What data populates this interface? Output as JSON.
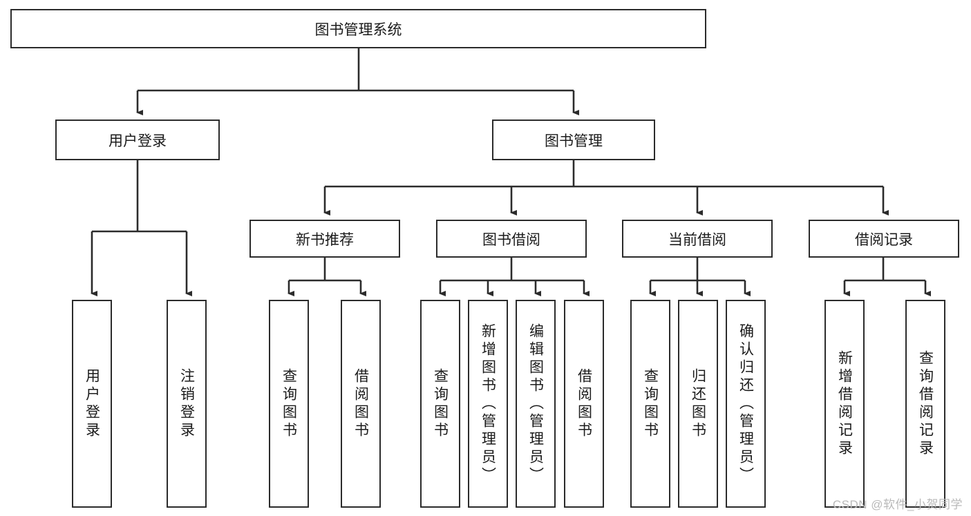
{
  "diagram": {
    "type": "tree-hierarchy",
    "title": "图书管理系统",
    "watermark": "CSDN @软件_小贺同学",
    "stroke_color": "#2b2b2b",
    "fill_color": "#ffffff",
    "text_color": "#1b1b1b",
    "watermark_color": "#b9b9b9"
  },
  "nodes": {
    "root": {
      "label": "图书管理系统"
    },
    "level2": [
      {
        "label": "用户登录"
      },
      {
        "label": "图书管理"
      }
    ],
    "level3": [
      {
        "label": "新书推荐"
      },
      {
        "label": "图书借阅"
      },
      {
        "label": "当前借阅"
      },
      {
        "label": "借阅记录"
      }
    ],
    "leaves": {
      "user_login": [
        {
          "label": "用户登录"
        },
        {
          "label": "注销登录"
        }
      ],
      "new_book": [
        {
          "label": "查询图书"
        },
        {
          "label": "借阅图书"
        }
      ],
      "book_borrow": [
        {
          "label": "查询图书"
        },
        {
          "label": "新增图书（管理员）"
        },
        {
          "label": "编辑图书（管理员）"
        },
        {
          "label": "借阅图书"
        }
      ],
      "current_borrow": [
        {
          "label": "查询图书"
        },
        {
          "label": "归还图书"
        },
        {
          "label": "确认归还（管理员）"
        }
      ],
      "borrow_record": [
        {
          "label": "新增借阅记录"
        },
        {
          "label": "查询借阅记录"
        }
      ]
    }
  }
}
